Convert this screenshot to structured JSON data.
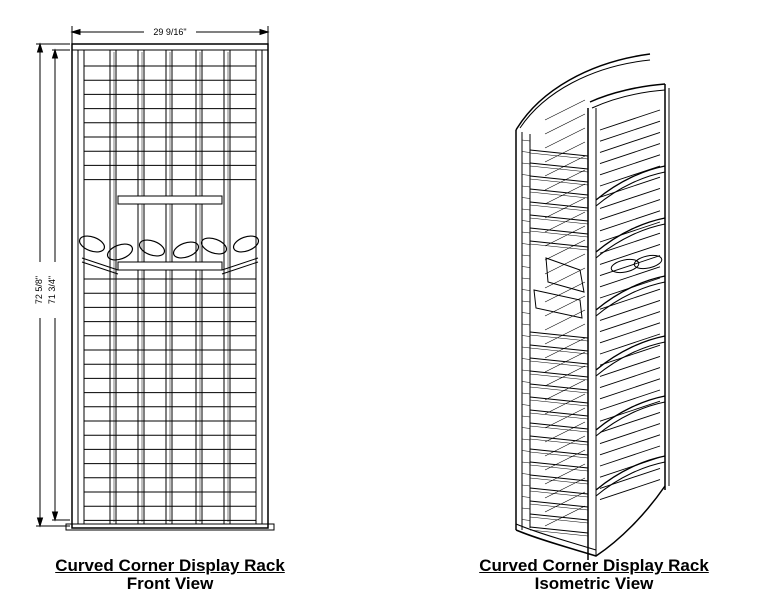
{
  "front": {
    "title": "Curved Corner Display Rack",
    "view": "Front View",
    "dimensions": {
      "width": "29 9/16\"",
      "height_outer": "72 5/8\"",
      "height_inner": "71 3/4\""
    }
  },
  "isometric": {
    "title": "Curved Corner Display Rack",
    "view": "Isometric View"
  }
}
